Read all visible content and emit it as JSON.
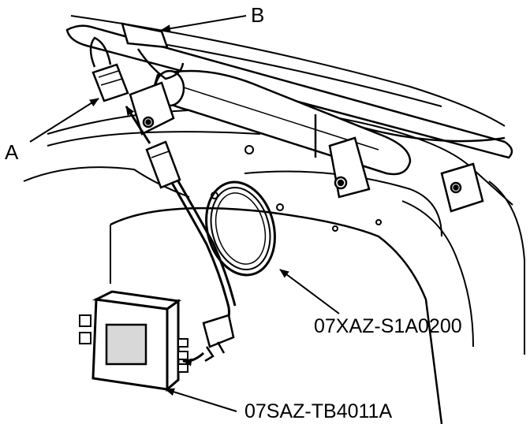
{
  "labels": {
    "a": "A",
    "b": "B",
    "cable_part": "07XAZ-S1A0200",
    "box_part": "07SAZ-TB4011A"
  },
  "colors": {
    "ink": "#000000",
    "paper": "#ffffff",
    "shade": "#d8d8d8"
  },
  "icons": {
    "arrow": "arrowhead-icon",
    "connector": "connector-plug-icon"
  }
}
